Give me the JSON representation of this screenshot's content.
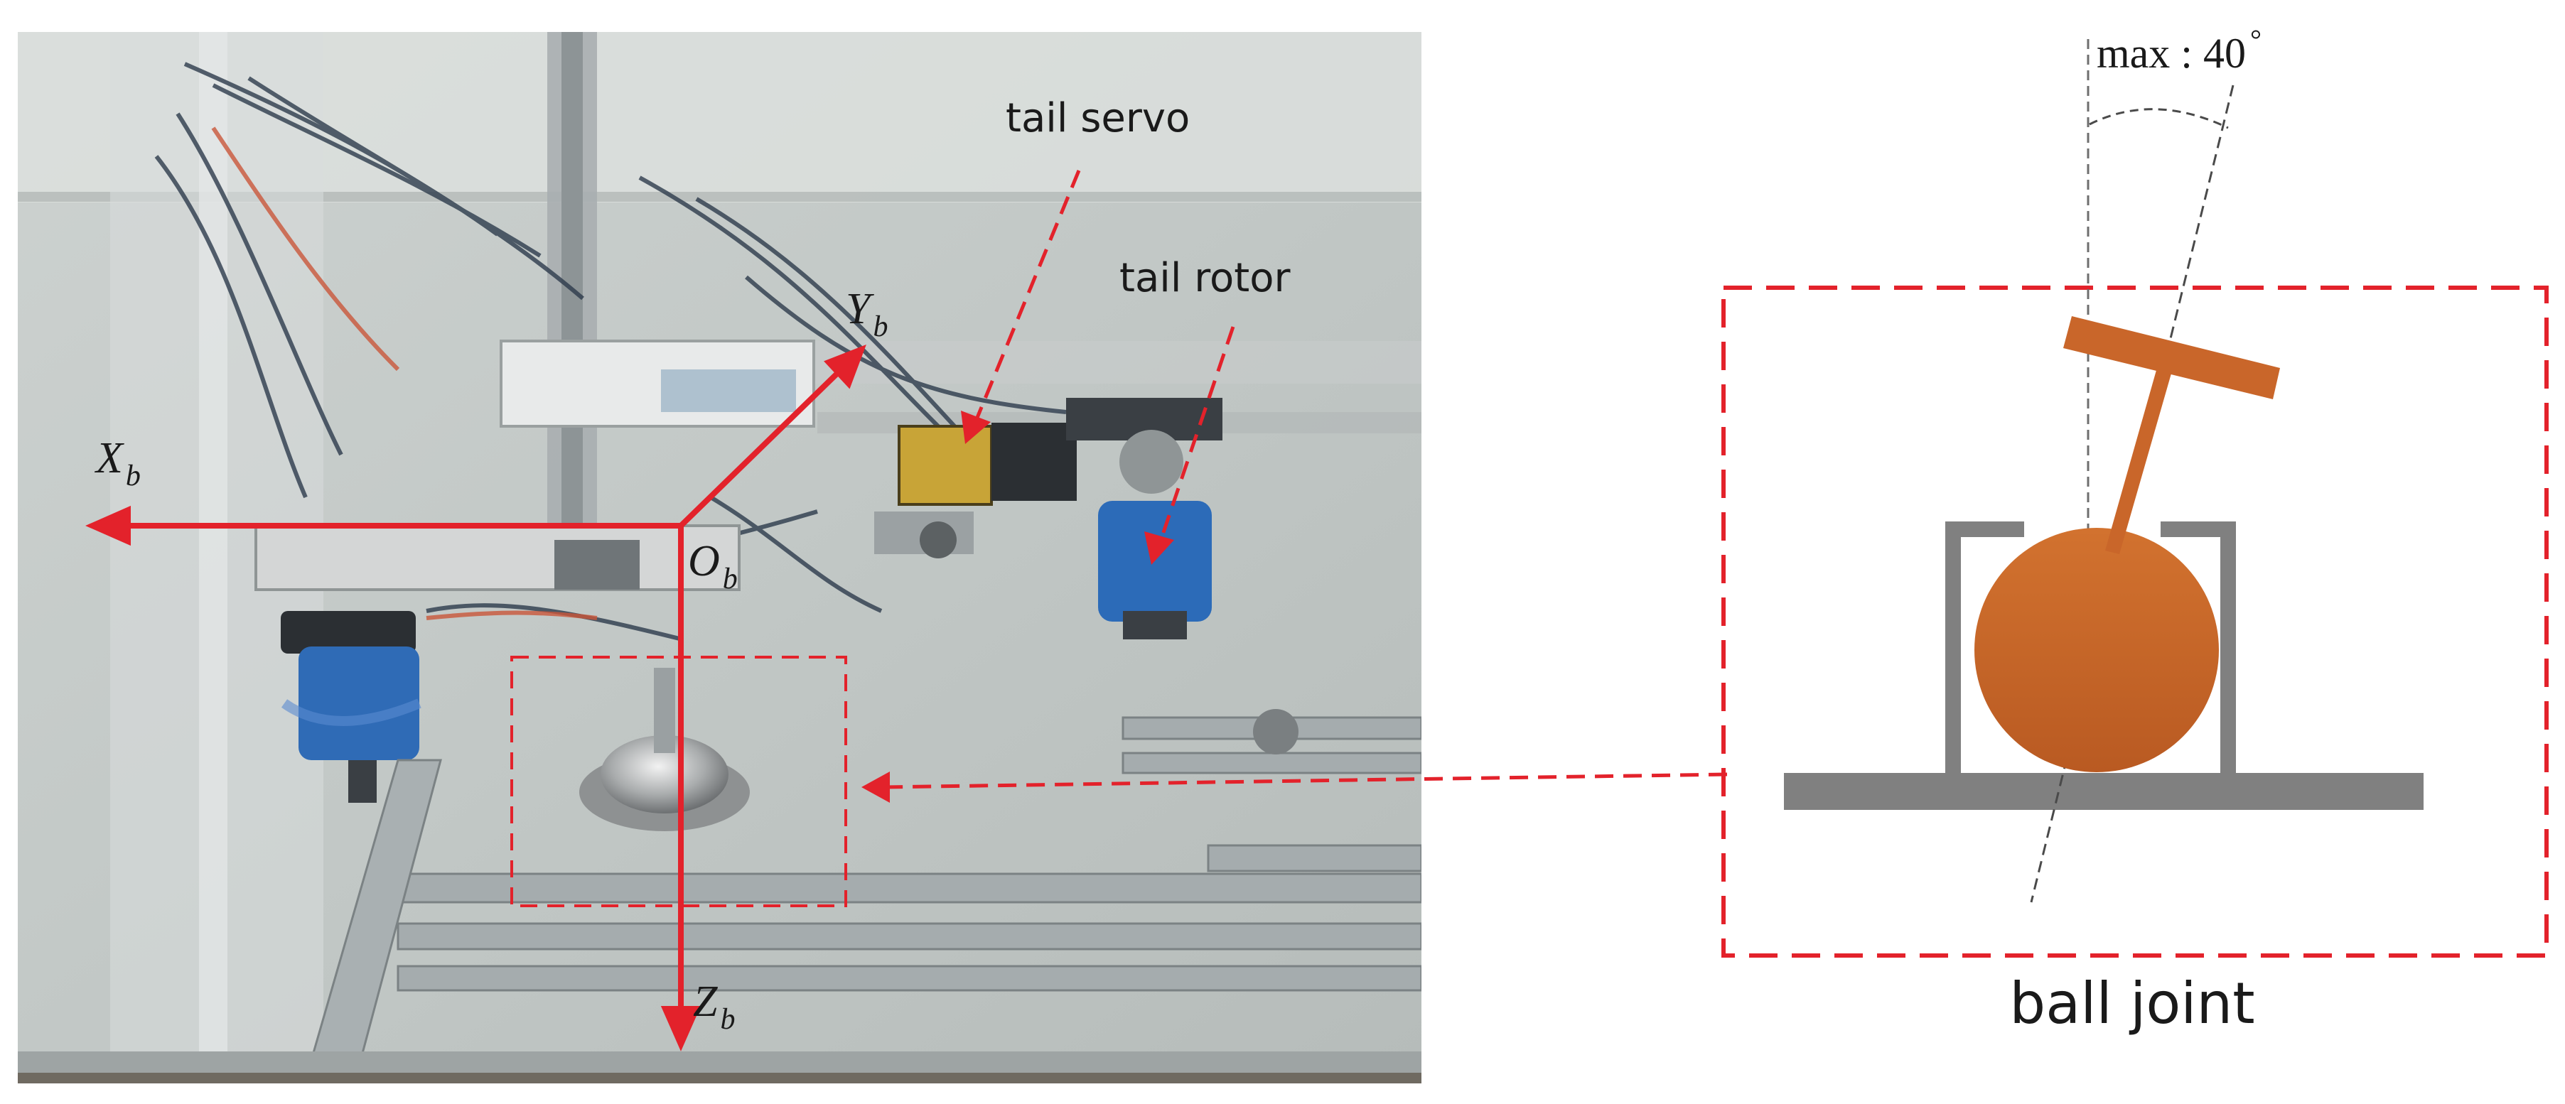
{
  "photo_labels": {
    "tail_servo": "tail servo",
    "tail_rotor": "tail rotor"
  },
  "axes": {
    "x_main": "X",
    "x_sub": "b",
    "y_main": "Y",
    "y_sub": "b",
    "z_main": "Z",
    "z_sub": "b",
    "o_main": "O",
    "o_sub": "b"
  },
  "ball_joint": {
    "caption": "ball joint",
    "angle_label": "max : 40",
    "angle_degree_mark": "°"
  },
  "colors": {
    "accent_red": "#e3222b",
    "joint_orange": "#c9662a",
    "frame_gray": "#808080"
  }
}
